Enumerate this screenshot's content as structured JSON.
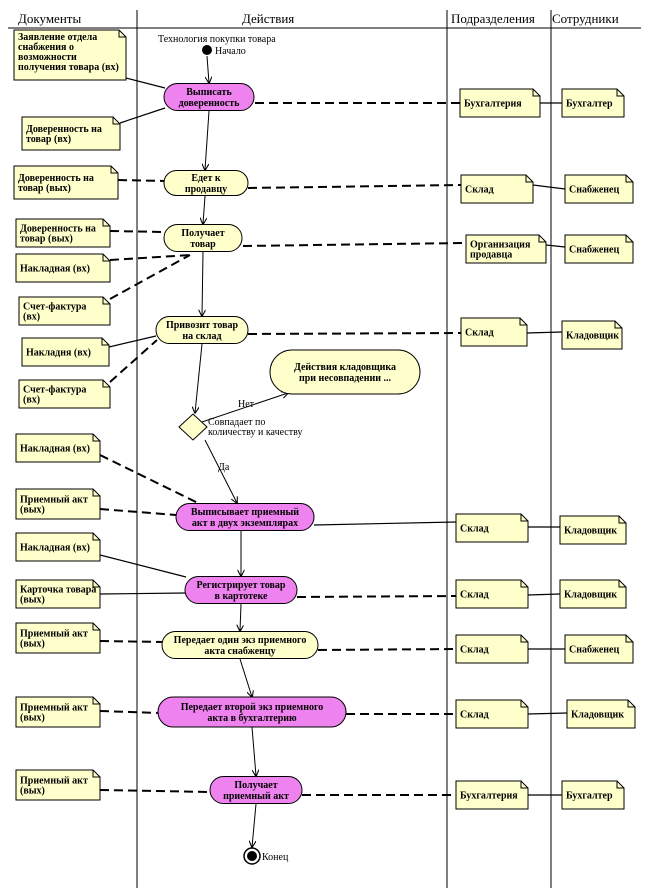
{
  "columns": [
    "Документы",
    "Действия",
    "Подразделения",
    "Сотрудники"
  ],
  "title": "Технология покупки товара",
  "start_label": "Начало",
  "end_label": "Конец",
  "activities": [
    {
      "lines": [
        "Выписать",
        "доверенность"
      ],
      "kind": "pink"
    },
    {
      "lines": [
        "Едет к",
        "продавцу"
      ],
      "kind": "yellow"
    },
    {
      "lines": [
        "Получает",
        "товар"
      ],
      "kind": "yellow"
    },
    {
      "lines": [
        "Привозит товар",
        "на склад"
      ],
      "kind": "yellow"
    },
    {
      "lines": [
        "Действия кладовщика",
        "при несовпадении ..."
      ],
      "kind": "yellow"
    },
    {
      "lines": [
        "Выписывает приемный",
        "акт в двух экземплярах"
      ],
      "kind": "pink"
    },
    {
      "lines": [
        "Регистрирует товар",
        "в картотеке"
      ],
      "kind": "pink"
    },
    {
      "lines": [
        "Передает один экз приемного",
        "акта снабженцу"
      ],
      "kind": "yellow"
    },
    {
      "lines": [
        "Передает второй экз приемного",
        "акта в бухгалтерию"
      ],
      "kind": "pink"
    },
    {
      "lines": [
        "Получает",
        "приемный акт"
      ],
      "kind": "pink"
    }
  ],
  "decision": {
    "text_lines": [
      "Совпадает по",
      "количеству и качеству"
    ],
    "yes": "Да",
    "no": "Нет"
  },
  "documents": [
    {
      "lines": [
        "Заявление отдела",
        "снабжения о",
        "возможности",
        "получения товара (вх)"
      ]
    },
    {
      "lines": [
        "Доверенность на",
        "товар (вх)"
      ]
    },
    {
      "lines": [
        "Доверенность на",
        "товар (вых)"
      ]
    },
    {
      "lines": [
        "Доверенность на",
        "товар (вых)"
      ]
    },
    {
      "lines": [
        "Накладная (вх)"
      ]
    },
    {
      "lines": [
        "Счет-фактура",
        "(вх)"
      ]
    },
    {
      "lines": [
        "Накладня (вх)"
      ]
    },
    {
      "lines": [
        "Счет-фактура",
        "(вх)"
      ]
    },
    {
      "lines": [
        "Накладная (вх)"
      ]
    },
    {
      "lines": [
        "Приемный акт",
        "(вых)"
      ]
    },
    {
      "lines": [
        "Накладная (вх)"
      ]
    },
    {
      "lines": [
        "Карточка товара",
        "(вых)"
      ]
    },
    {
      "lines": [
        "Приемный акт",
        "(вых)"
      ]
    },
    {
      "lines": [
        "Приемный акт",
        "(вых)"
      ]
    },
    {
      "lines": [
        "Приемный акт",
        "(вых)"
      ]
    }
  ],
  "departments": [
    {
      "lines": [
        "Бухгалтерия"
      ]
    },
    {
      "lines": [
        "Склад"
      ]
    },
    {
      "lines": [
        "Организация",
        "продавца"
      ]
    },
    {
      "lines": [
        "Склад"
      ]
    },
    {
      "lines": [
        "Склад"
      ]
    },
    {
      "lines": [
        "Склад"
      ]
    },
    {
      "lines": [
        "Склад"
      ]
    },
    {
      "lines": [
        "Склад"
      ]
    },
    {
      "lines": [
        "Бухгалтерия"
      ]
    }
  ],
  "employees": [
    {
      "lines": [
        "Бухгалтер"
      ]
    },
    {
      "lines": [
        "Снабженец"
      ]
    },
    {
      "lines": [
        "Снабженец"
      ]
    },
    {
      "lines": [
        "Кладовщик"
      ]
    },
    {
      "lines": [
        "Кладовщик"
      ]
    },
    {
      "lines": [
        "Кладовщик"
      ]
    },
    {
      "lines": [
        "Снабженец"
      ]
    },
    {
      "lines": [
        "Кладовщик"
      ]
    },
    {
      "lines": [
        "Бухгалтер"
      ]
    }
  ],
  "colors": {
    "pink": "#ee82ee",
    "yellow": "#ffffcc",
    "line": "#000000"
  }
}
